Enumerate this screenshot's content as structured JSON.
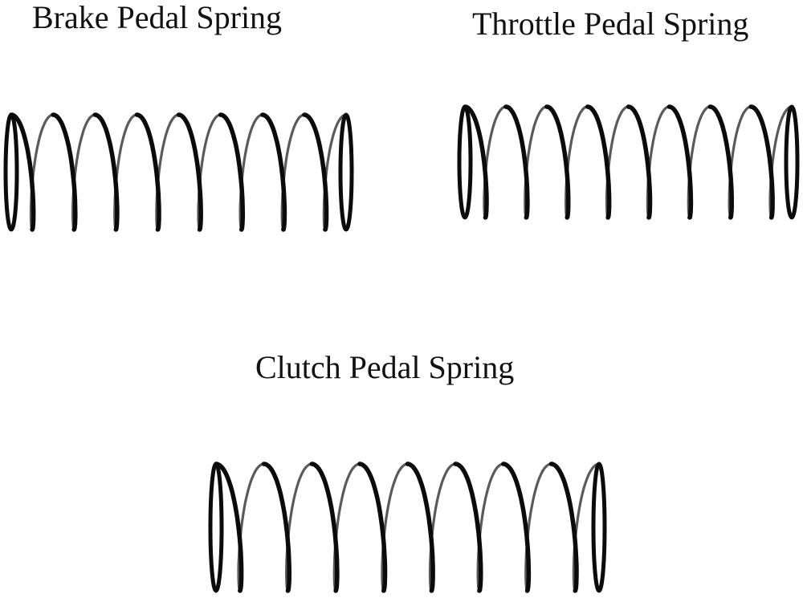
{
  "product": {
    "colors": {
      "background": "#ffffff",
      "wire": "#0b0b0b",
      "wire_highlight": "#5a5a5a",
      "text": "#111111"
    },
    "springs": [
      {
        "label": "Brake Pedal Spring",
        "coils": 8,
        "icon": "coil-spring-icon"
      },
      {
        "label": "Throttle Pedal Spring",
        "coils": 8,
        "icon": "coil-spring-icon"
      },
      {
        "label": "Clutch Pedal Spring",
        "coils": 8,
        "icon": "coil-spring-icon"
      }
    ]
  }
}
